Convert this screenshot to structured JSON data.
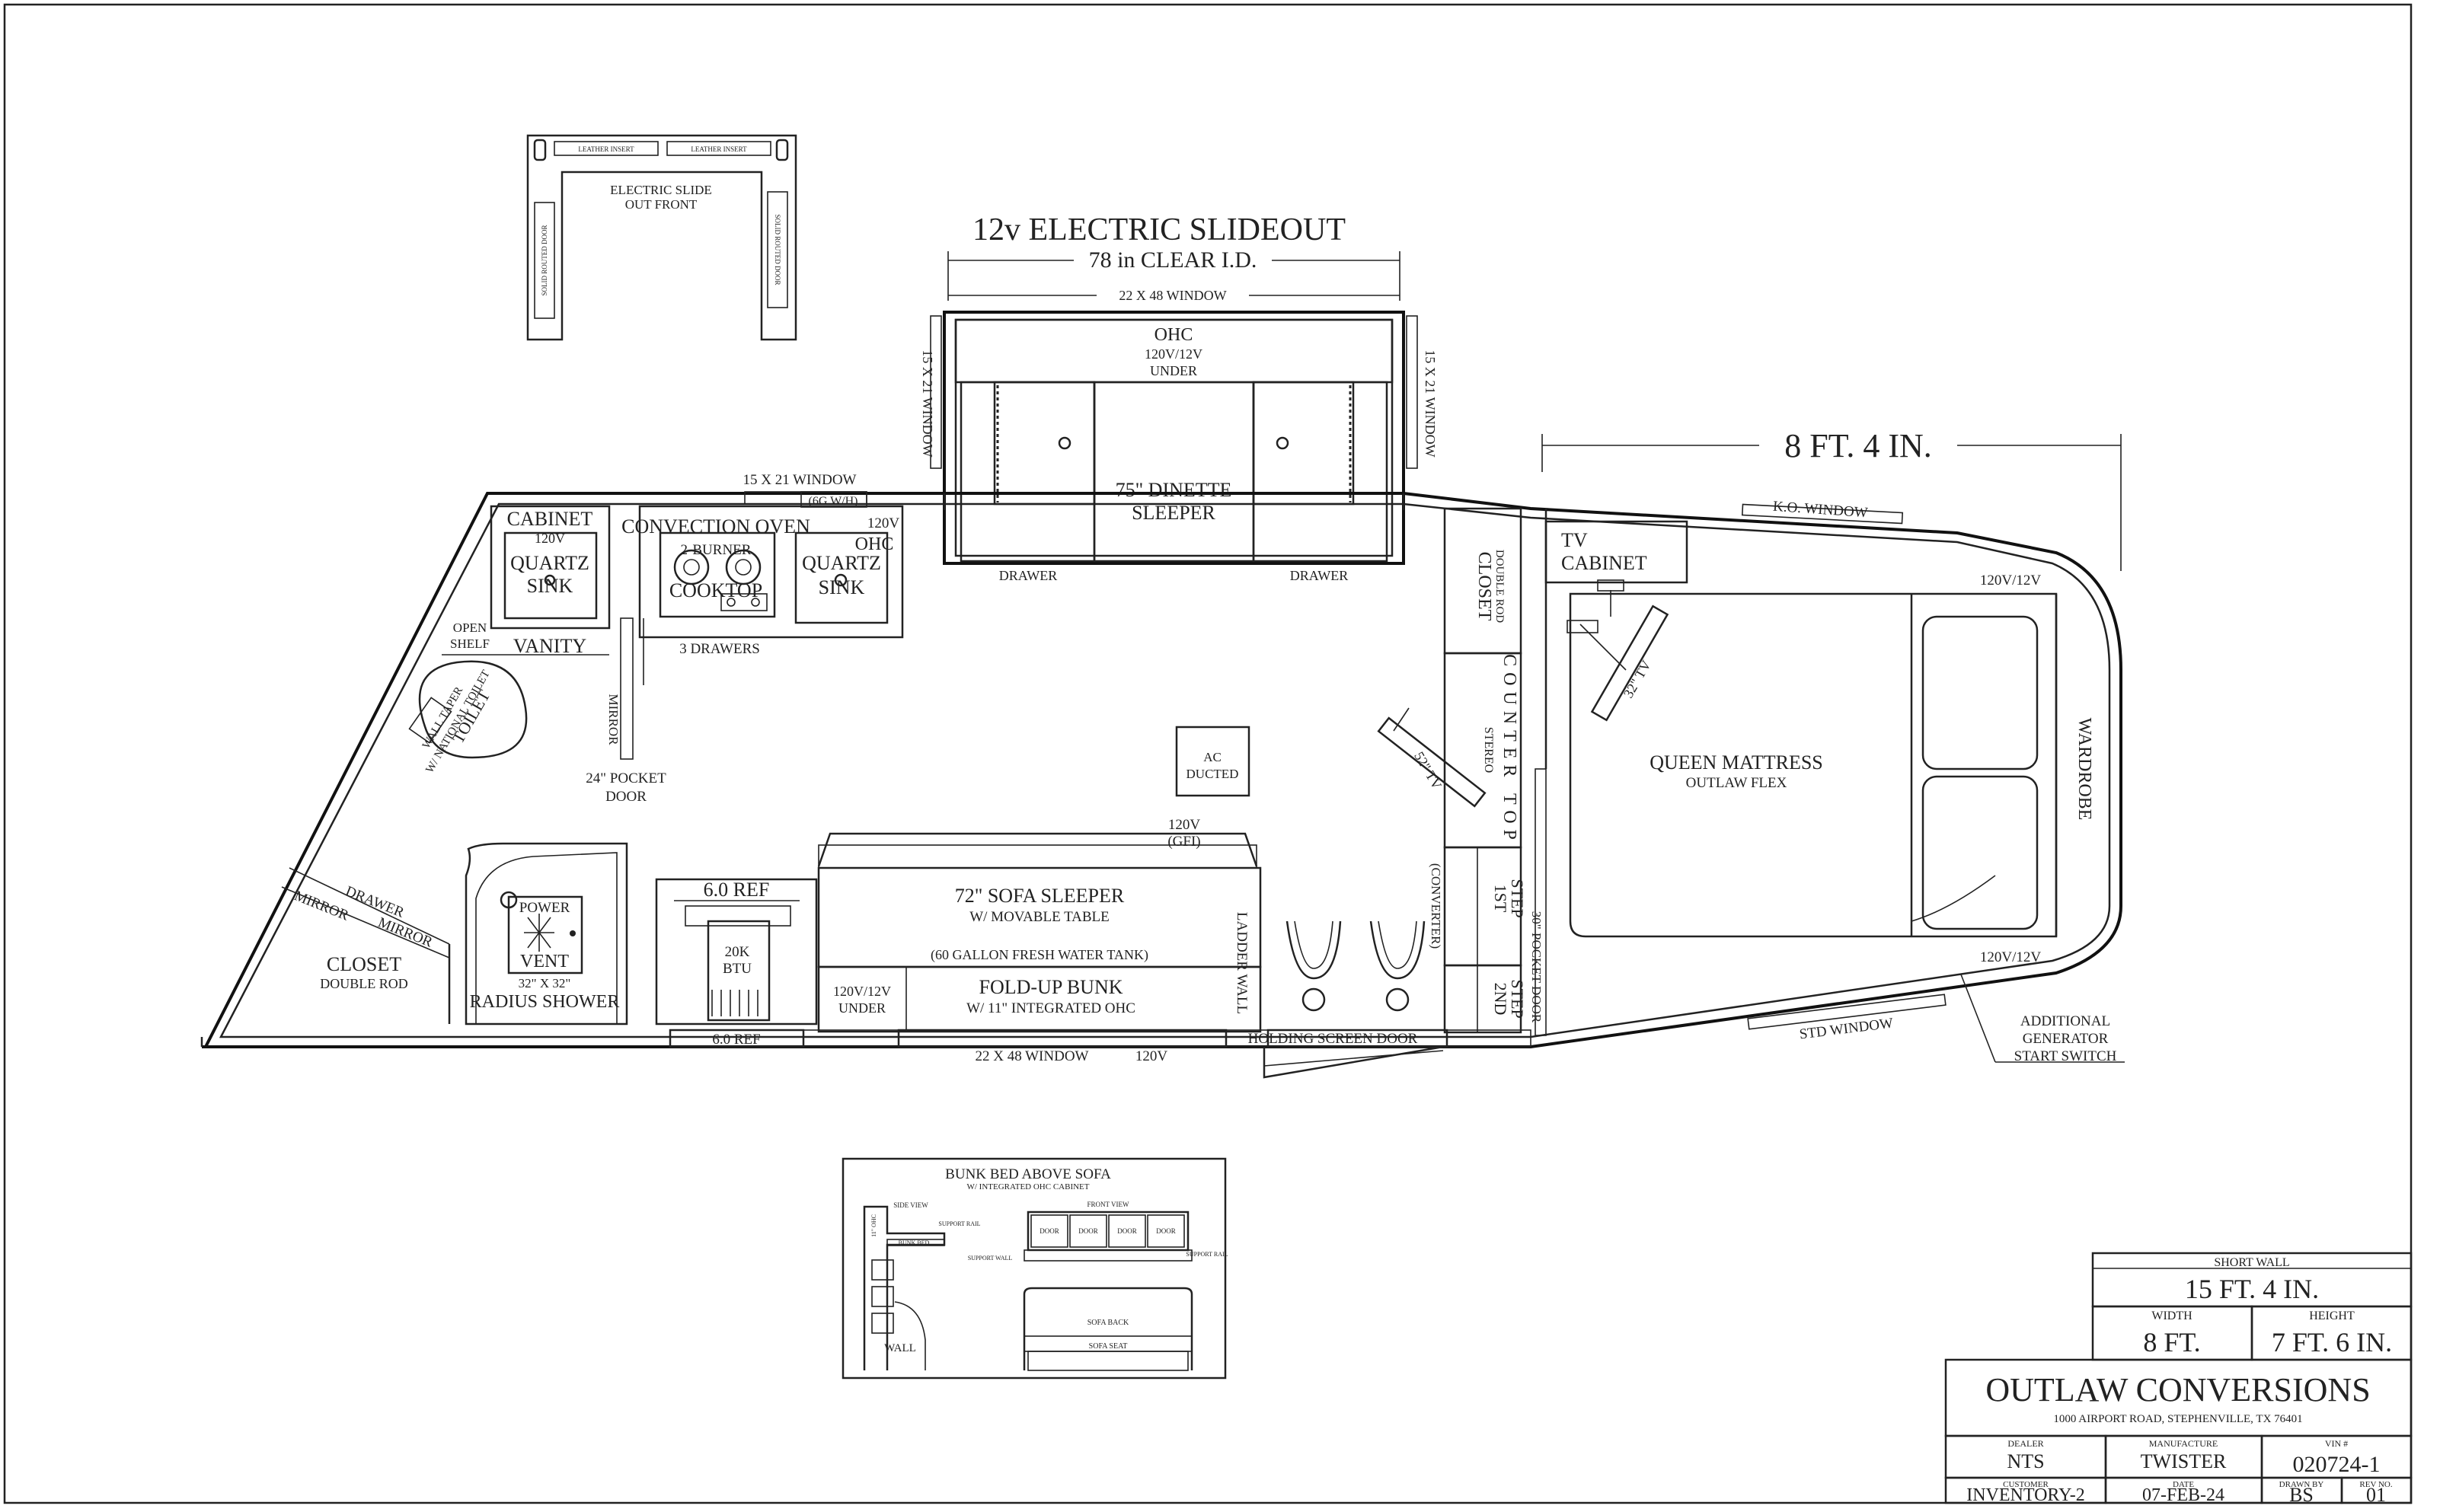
{
  "inset_slide": {
    "title_l1": "ELECTRIC SLIDE",
    "title_l2": "OUT FRONT",
    "leather_left": "LEATHER INSERT",
    "leather_right": "LEATHER INSERT",
    "door_left": "SOLID ROUTED DOOR",
    "door_right": "SOLID ROUTED DOOR"
  },
  "slideout": {
    "title": "12v ELECTRIC SLIDEOUT",
    "clear_id": "78 in CLEAR I.D.",
    "top_window": "22 X 48 WINDOW",
    "left_window": "15 X 21 WINDOW",
    "right_window": "15 X 21 WINDOW",
    "ohc": "OHC",
    "ohc_power": "120V/12V",
    "ohc_under": "UNDER",
    "dinette_l1": "75\" DINETTE",
    "dinette_l2": "SLEEPER",
    "drawer_left": "DRAWER",
    "drawer_right": "DRAWER"
  },
  "dims": {
    "nose": "8 FT. 4 IN."
  },
  "labels": {
    "window_15x21": "15 X 21 WINDOW",
    "six_g": "(6G W/H)",
    "cabinet": "CABINET",
    "cabinet_120v": "120V",
    "quartz_sink_l1": "QUARTZ",
    "quartz_sink_l2": "SINK",
    "vanity": "VANITY",
    "open_shelf_l1": "OPEN",
    "open_shelf_l2": "SHELF",
    "toilet_text_a": "WALL TAPER",
    "toilet_text_b": "W/ NATIONAL TOILET",
    "toilet_text_c": "TOILET",
    "convection_oven": "CONVECTION OVEN",
    "two_burner": "2-BURNER",
    "cooktop": "COOKTOP",
    "oven_120v": "120V",
    "ohc_small": "OHC",
    "quartz_sink2_l1": "QUARTZ",
    "quartz_sink2_l2": "SINK",
    "three_drawers": "3 DRAWERS",
    "mirror": "MIRROR",
    "pocket_door_l1": "24\" POCKET",
    "pocket_door_l2": "DOOR",
    "ac_l1": "AC",
    "ac_l2": "DUCTED",
    "gfi_l1": "120V",
    "gfi_l2": "(GFI)",
    "sofa_l1": "72\" SOFA SLEEPER",
    "sofa_l2": "W/  MOVABLE TABLE",
    "fresh_water": "(60 GALLON FRESH WATER TANK)",
    "under_l1": "120V/12V",
    "under_l2": "UNDER",
    "fold_up_l1": "FOLD-UP BUNK",
    "fold_up_l2": "W/ 11\" INTEGRATED OHC",
    "ladder_wall": "LADDER WALL",
    "bottom_window": "22 X 48 WINDOW",
    "bottom_120v": "120V",
    "six_ref_top": "6.0 REF",
    "six_ref_bottom": "6.0 REF",
    "btu_l1": "20K",
    "btu_l2": "BTU",
    "power": "POWER",
    "vent": "VENT",
    "shower_size": "32\" X 32\"",
    "radius_shower": "RADIUS SHOWER",
    "drawer": "DRAWER",
    "mirror_left": "MIRROR",
    "mirror_right": "MIRROR",
    "closet": "CLOSET",
    "double_rod": "DOUBLE ROD",
    "holding_screen_door": "HOLDING SCREEN DOOR",
    "tv_52": "52\" TV",
    "converter": "(CONVERTER)",
    "stereo": "STEREO",
    "countertop": "COUNTER TOP",
    "closet_v": "CLOSET",
    "double_rod_v": "DOUBLE ROD",
    "first_step_l1": "1ST",
    "first_step_l2": "STEP",
    "second_step_l1": "2ND",
    "second_step_l2": "STEP",
    "pocket_30": "30\" POCKET DOOR",
    "tv_cabinet_l1": "TV",
    "tv_cabinet_l2": "CABINET",
    "ko_window": "K.O. WINDOW",
    "power_tr": "120V/12V",
    "power_br": "120V/12V",
    "tv_32": "32\" TV",
    "queen_l1": "QUEEN MATTRESS",
    "queen_l2": "OUTLAW FLEX",
    "wardrobe": "WARDROBE",
    "std_window": "STD WINDOW",
    "gen_l1": "ADDITIONAL",
    "gen_l2": "GENERATOR",
    "gen_l3": "START SWITCH"
  },
  "bunk_inset": {
    "title_l1": "BUNK BED ABOVE SOFA",
    "title_l2": "W/ INTEGRATED OHC CABINET",
    "side_view": "SIDE VIEW",
    "front_view": "FRONT VIEW",
    "support_rail": "SUPPORT RAIL",
    "support_wall": "SUPPORT WALL",
    "doors": [
      "DOOR",
      "DOOR",
      "DOOR",
      "DOOR"
    ],
    "sofa_back": "SOFA BACK",
    "sofa_seat": "SOFA SEAT",
    "wall": "WALL",
    "bunk_h": "11\" OHC",
    "bunk_label": "BUNK BED"
  },
  "title_block": {
    "short_wall_label": "SHORT WALL",
    "short_wall_value": "15 FT. 4 IN.",
    "width_label": "WIDTH",
    "width_value": "8 FT.",
    "height_label": "HEIGHT",
    "height_value": "7 FT. 6 IN.",
    "company": "OUTLAW CONVERSIONS",
    "address": "1000 AIRPORT ROAD, STEPHENVILLE, TX 76401",
    "dealer_label": "DEALER",
    "dealer_value": "NTS",
    "manufacture_label": "MANUFACTURE",
    "manufacture_value": "TWISTER",
    "vin_label": "VIN #",
    "vin_value": "020724-1",
    "customer_label": "CUSTOMER",
    "customer_value": "INVENTORY-2",
    "date_label": "DATE",
    "date_value": "07-FEB-24",
    "drawn_by_label": "DRAWN BY",
    "drawn_by_value": "BS",
    "rev_label": "REV NO.",
    "rev_value": "01"
  }
}
